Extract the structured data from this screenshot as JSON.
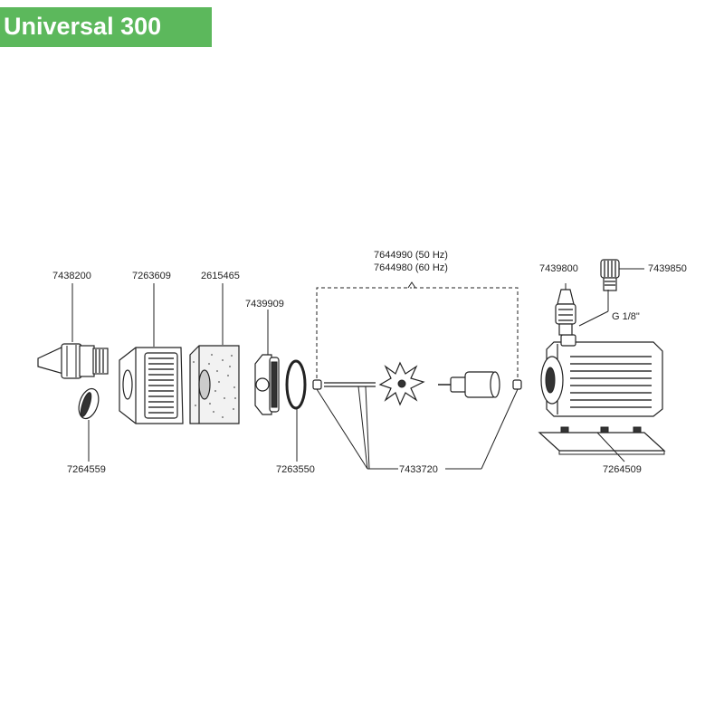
{
  "title": "Universal 300",
  "colors": {
    "banner": "#5cb85c",
    "title_text": "#ffffff",
    "line": "#222222"
  },
  "labels": {
    "p7438200": "7438200",
    "p7263609": "7263609",
    "p2615465": "2615465",
    "p7439909": "7439909",
    "p7644990": "7644990 (50 Hz)",
    "p7644980": "7644980 (60 Hz)",
    "p7439800": "7439800",
    "p7439850": "7439850",
    "thread": "G 1/8\"",
    "p7264559": "7264559",
    "p7263550": "7263550",
    "p7433720": "7433720",
    "p7264509": "7264509"
  }
}
